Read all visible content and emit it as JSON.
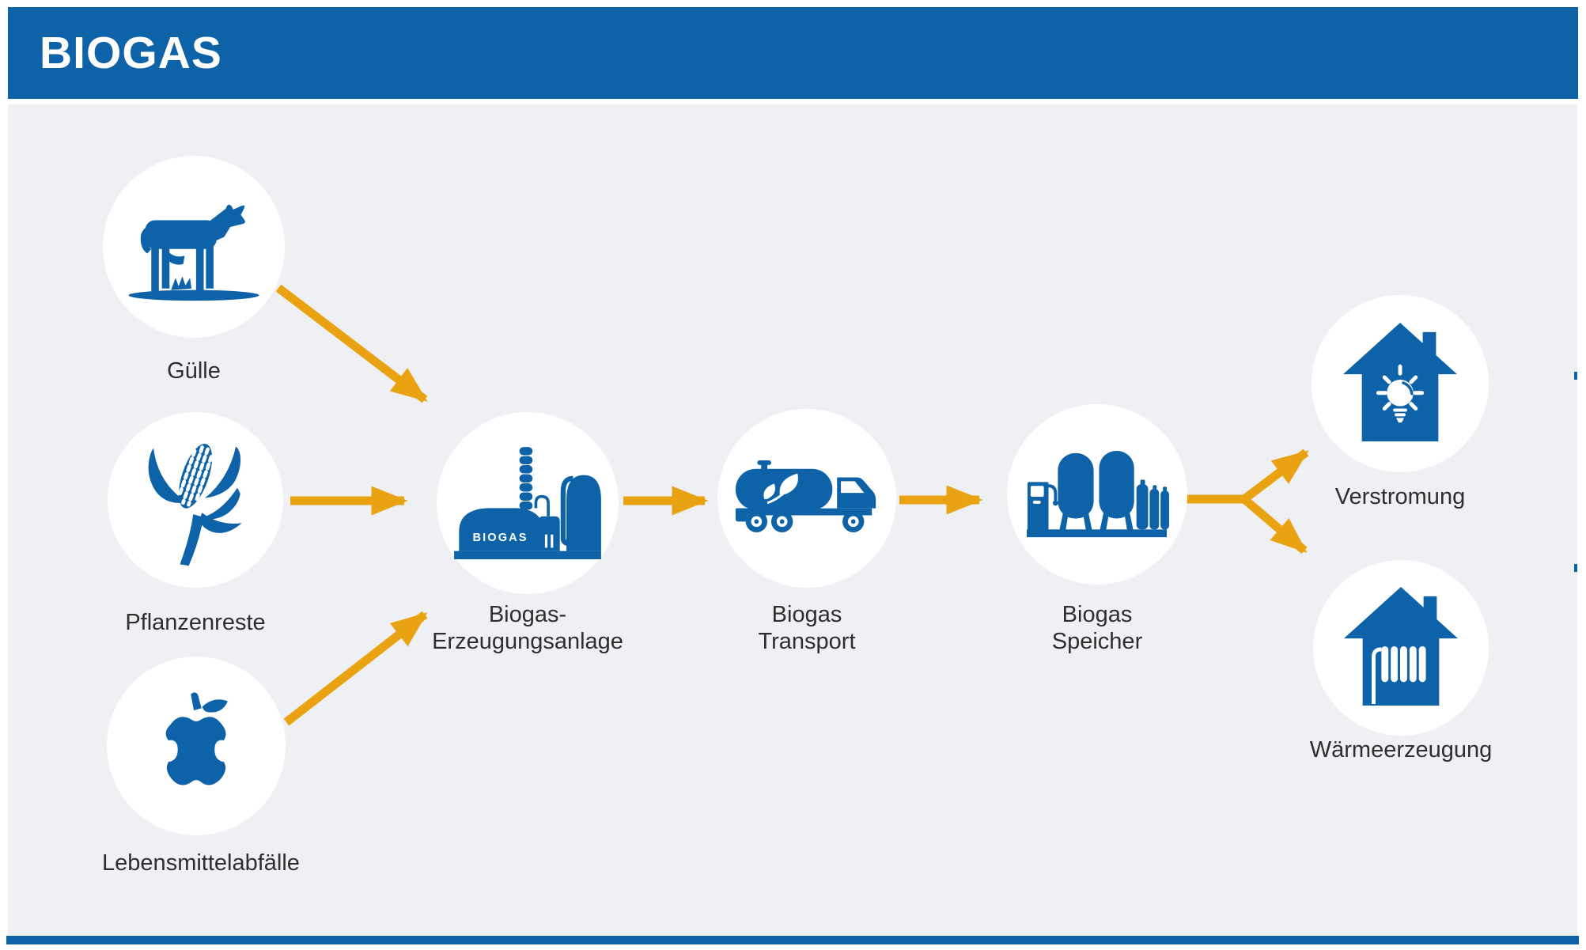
{
  "header": {
    "title": "BIOGAS"
  },
  "colors": {
    "primary_blue": "#0e63a8",
    "arrow_orange": "#e9a312",
    "canvas_background": "#eef0f4",
    "circle_background": "#ffffff",
    "label_text": "#2e2e2e",
    "header_text": "#ffffff"
  },
  "nodes": {
    "guelle": {
      "label": "Gülle",
      "icon": "cow-icon"
    },
    "pflanzenreste": {
      "label": "Pflanzenreste",
      "icon": "corn-icon"
    },
    "lebensmittelabfaelle": {
      "label": "Lebensmittelabfälle",
      "icon": "apple-core-icon"
    },
    "erzeugungsanlage": {
      "label_line1": "Biogas-",
      "label_line2": "Erzeugungsanlage",
      "icon": "biogas-plant-icon",
      "sign_text": "BIOGAS"
    },
    "transport": {
      "label_line1": "Biogas",
      "label_line2": "Transport",
      "icon": "tanker-truck-icon"
    },
    "speicher": {
      "label_line1": "Biogas",
      "label_line2": "Speicher",
      "icon": "storage-tanks-icon"
    },
    "verstromung": {
      "label": "Verstromung",
      "icon": "house-lightbulb-icon"
    },
    "waermeerzeugung": {
      "label": "Wärmeerzeugung",
      "icon": "house-radiator-icon"
    }
  },
  "flow": {
    "edges": [
      {
        "from": "Gülle",
        "to": "Biogas-Erzeugungsanlage"
      },
      {
        "from": "Pflanzenreste",
        "to": "Biogas-Erzeugungsanlage"
      },
      {
        "from": "Lebensmittelabfälle",
        "to": "Biogas-Erzeugungsanlage"
      },
      {
        "from": "Biogas-Erzeugungsanlage",
        "to": "Biogas Transport"
      },
      {
        "from": "Biogas Transport",
        "to": "Biogas Speicher"
      },
      {
        "from": "Biogas Speicher",
        "to": "Verstromung"
      },
      {
        "from": "Biogas Speicher",
        "to": "Wärmeerzeugung"
      }
    ]
  }
}
